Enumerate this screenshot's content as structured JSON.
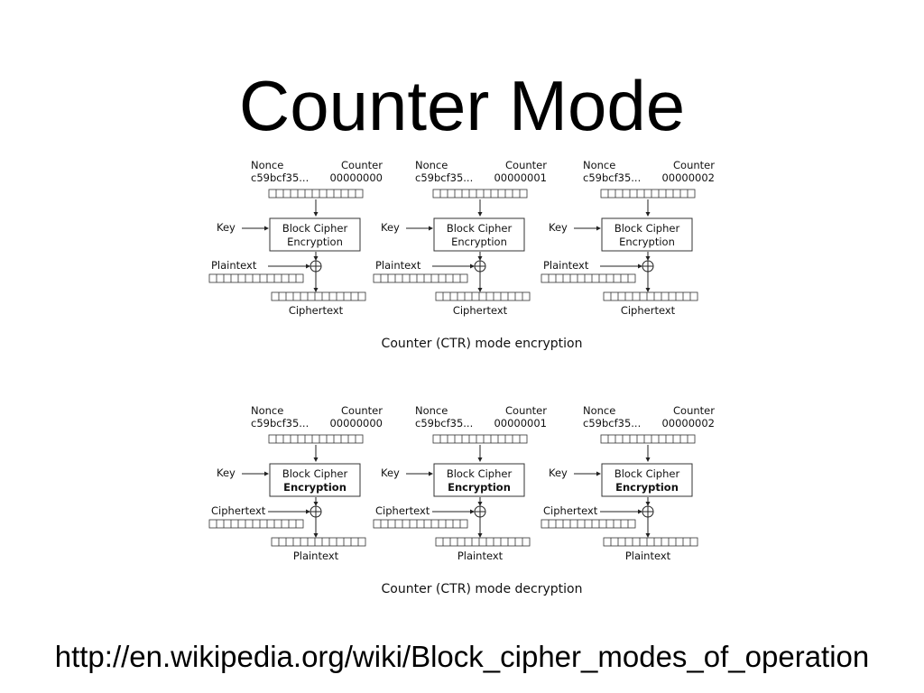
{
  "slide": {
    "title": "Counter Mode",
    "source_url": "http://en.wikipedia.org/wiki/Block_cipher_modes_of_operation"
  },
  "diagrams": [
    {
      "id": "encryption",
      "caption": "Counter (CTR) mode encryption",
      "input_label": "Plaintext",
      "output_label": "Ciphertext",
      "key_label": "Key",
      "cipher_line1": "Block Cipher",
      "cipher_line2": "Encryption",
      "cipher_line2_bold": false,
      "blocks": [
        {
          "nonce_label": "Nonce",
          "counter_label": "Counter",
          "nonce": "c59bcf35...",
          "counter": "00000000"
        },
        {
          "nonce_label": "Nonce",
          "counter_label": "Counter",
          "nonce": "c59bcf35...",
          "counter": "00000001"
        },
        {
          "nonce_label": "Nonce",
          "counter_label": "Counter",
          "nonce": "c59bcf35...",
          "counter": "00000002"
        }
      ]
    },
    {
      "id": "decryption",
      "caption": "Counter (CTR) mode decryption",
      "input_label": "Ciphertext",
      "output_label": "Plaintext",
      "key_label": "Key",
      "cipher_line1": "Block Cipher",
      "cipher_line2": "Encryption",
      "cipher_line2_bold": true,
      "blocks": [
        {
          "nonce_label": "Nonce",
          "counter_label": "Counter",
          "nonce": "c59bcf35...",
          "counter": "00000000"
        },
        {
          "nonce_label": "Nonce",
          "counter_label": "Counter",
          "nonce": "c59bcf35...",
          "counter": "00000001"
        },
        {
          "nonce_label": "Nonce",
          "counter_label": "Counter",
          "nonce": "c59bcf35...",
          "counter": "00000002"
        }
      ]
    }
  ]
}
